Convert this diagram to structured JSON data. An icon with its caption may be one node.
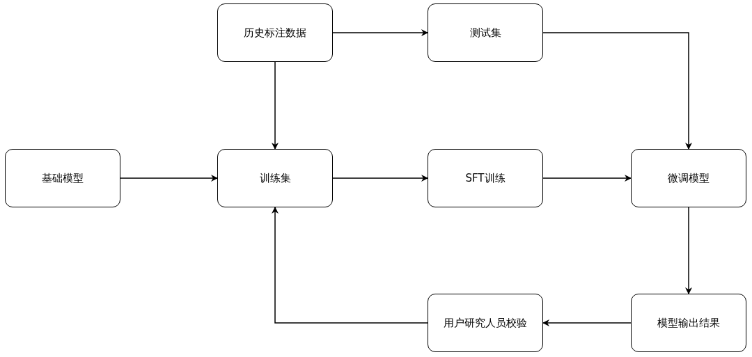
{
  "diagram": {
    "nodes": [
      {
        "text": [
          "历史标注数据"
        ]
      },
      {
        "text": [
          "测试集"
        ]
      },
      {
        "text": [
          "基础模型"
        ]
      },
      {
        "text": [
          "训练集"
        ]
      },
      {
        "text": [
          "SFT训练"
        ]
      },
      {
        "text": [
          "微调模型"
        ]
      },
      {
        "text": [
          "用户研究人员校验"
        ]
      },
      {
        "text": [
          "模型输出结果"
        ]
      }
    ],
    "edges": [
      {
        "from": 0,
        "to": 1,
        "arrow": "to"
      },
      {
        "from": 0,
        "to": 3,
        "arrow": "to"
      },
      {
        "from": 1,
        "to": 5,
        "arrow": "to"
      },
      {
        "from": 2,
        "to": 3,
        "arrow": "to"
      },
      {
        "from": 3,
        "to": 4,
        "arrow": "to"
      },
      {
        "from": 4,
        "to": 5,
        "arrow": "to"
      },
      {
        "from": 5,
        "to": 7,
        "arrow": "to"
      },
      {
        "from": 7,
        "to": 6,
        "arrow": "to"
      },
      {
        "from": 6,
        "to": 3,
        "arrow": "to"
      }
    ]
  }
}
